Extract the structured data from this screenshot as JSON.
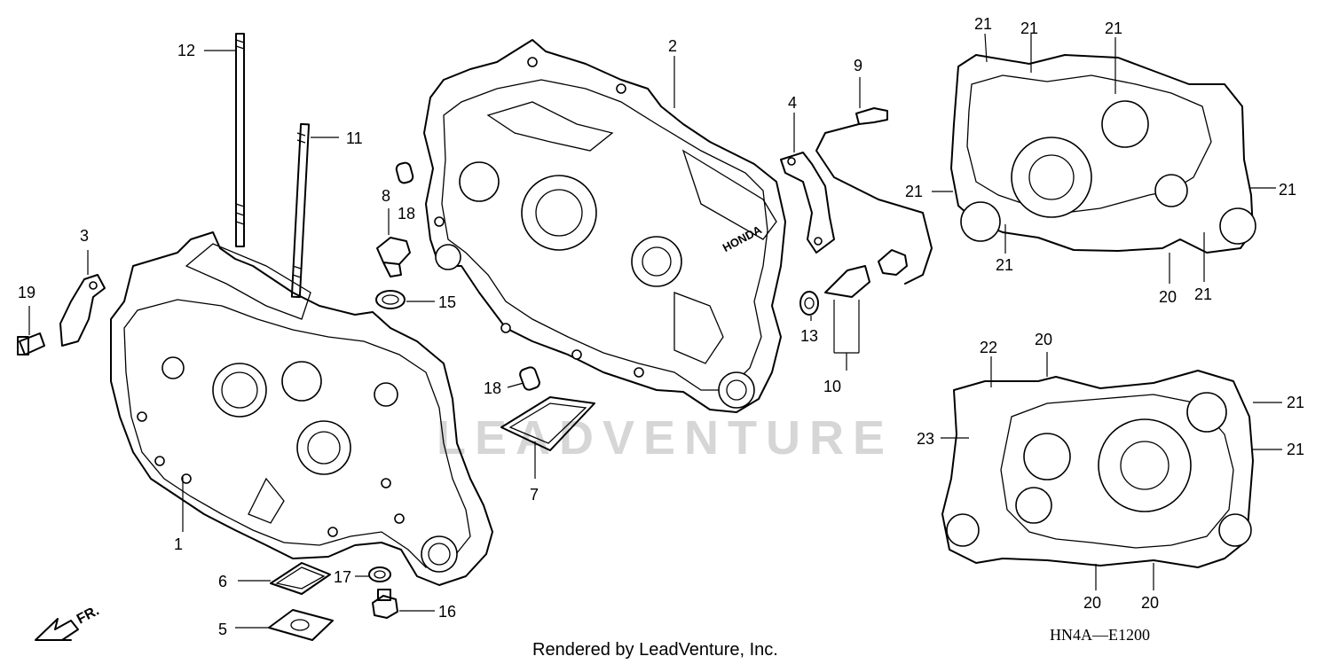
{
  "watermark": "LEADVENTURE",
  "footer": "Rendered by LeadVenture, Inc.",
  "diagram_code": "HN4A—E1200",
  "direction_label": "FR.",
  "engraving": "HONDA",
  "callouts": {
    "c1": "1",
    "c2": "2",
    "c3": "3",
    "c4": "4",
    "c5": "5",
    "c6": "6",
    "c7": "7",
    "c8": "8",
    "c9": "9",
    "c10": "10",
    "c11": "11",
    "c12": "12",
    "c13": "13",
    "c15": "15",
    "c16": "16",
    "c17": "17",
    "c18a": "18",
    "c18b": "18",
    "c19": "19",
    "c20a": "20",
    "c20b": "20",
    "c20c": "20",
    "c20d": "20",
    "c21a": "21",
    "c21b": "21",
    "c21c": "21",
    "c21d": "21",
    "c21e": "21",
    "c21f": "21",
    "c21g": "21",
    "c21h": "21",
    "c21i": "21",
    "c22": "22",
    "c23": "23"
  }
}
